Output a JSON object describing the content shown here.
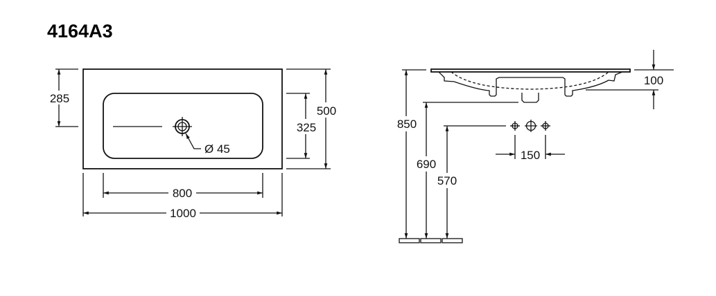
{
  "title": "4164A3",
  "top_view": {
    "dims": {
      "basin_offset": "285",
      "total_depth": "500",
      "basin_depth": "325",
      "basin_width": "800",
      "total_width": "1000",
      "drain_diameter": "Ø 45"
    }
  },
  "side_view": {
    "dims": {
      "thickness": "100",
      "rim_height": "850",
      "drain_height": "690",
      "supply_height": "570",
      "tap_spacing": "150"
    }
  }
}
